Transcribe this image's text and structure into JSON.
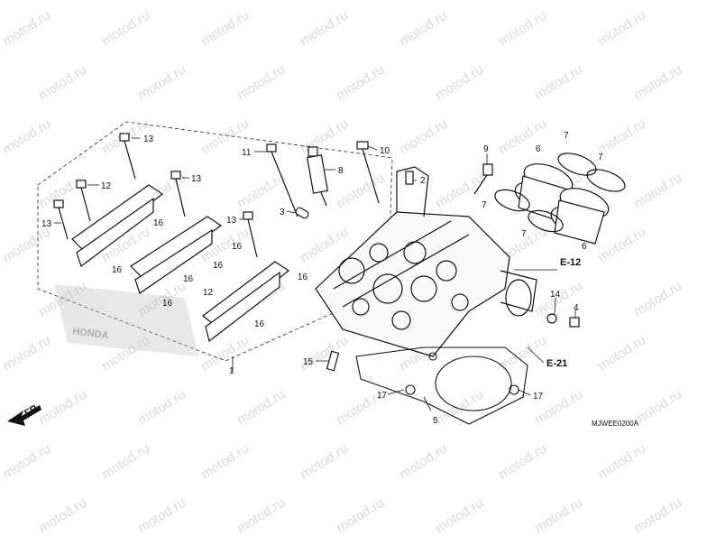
{
  "watermark": "motod.ru",
  "diagram_code": "MJWEE0200A",
  "direction_label": "FR.",
  "brand_ghost": "HONDA",
  "labels": {
    "l1": "1",
    "l2": "2",
    "l3": "3",
    "l4": "4",
    "l5": "5",
    "l6a": "6",
    "l6b": "6",
    "l7a": "7",
    "l7b": "7",
    "l7c": "7",
    "l7d": "7",
    "l8": "8",
    "l9": "9",
    "l10": "10",
    "l11": "11",
    "l12a": "12",
    "l12b": "12",
    "l13a": "13",
    "l13b": "13",
    "l13c": "13",
    "l13d": "13",
    "l14": "14",
    "l15": "15",
    "l16a": "16",
    "l16b": "16",
    "l16c": "16",
    "l16d": "16",
    "l16e": "16",
    "l16f": "16",
    "l16g": "16",
    "l16h": "16",
    "l17a": "17",
    "l17b": "17"
  },
  "refs": {
    "e12": "E-12",
    "e21": "E-21"
  },
  "colors": {
    "line": "#111111",
    "watermark": "#d9d9d9",
    "background": "#ffffff"
  }
}
